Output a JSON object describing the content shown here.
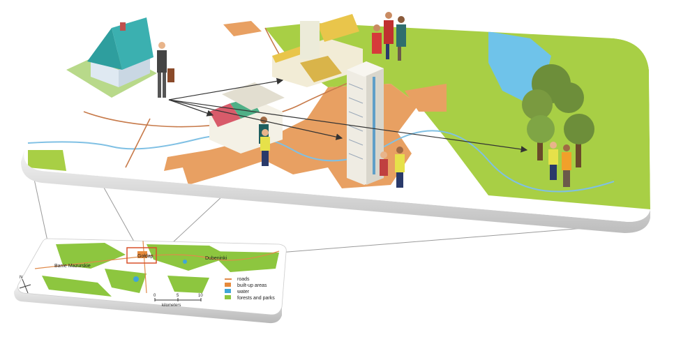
{
  "inset_map": {
    "towns": [
      "Banie Mazurskie",
      "Gołdap",
      "Dubeninki"
    ],
    "legend": [
      {
        "label": "roads",
        "color": "#e08a4a",
        "kind": "line"
      },
      {
        "label": "built-up areas",
        "color": "#e68a3c",
        "kind": "box"
      },
      {
        "label": "water",
        "color": "#3fa6d8",
        "kind": "box"
      },
      {
        "label": "forests and parks",
        "color": "#8dc63f",
        "kind": "box"
      }
    ],
    "scale": {
      "ticks": [
        "0",
        "5",
        "10"
      ],
      "unit": "kilometers"
    },
    "north": "N"
  },
  "colors": {
    "greenery": "#a8cf45",
    "built_up": "#e8a062",
    "water": "#6fc3ea",
    "road": "#c77a4a",
    "river": "#7fc0e4",
    "arrow": "#333333"
  }
}
